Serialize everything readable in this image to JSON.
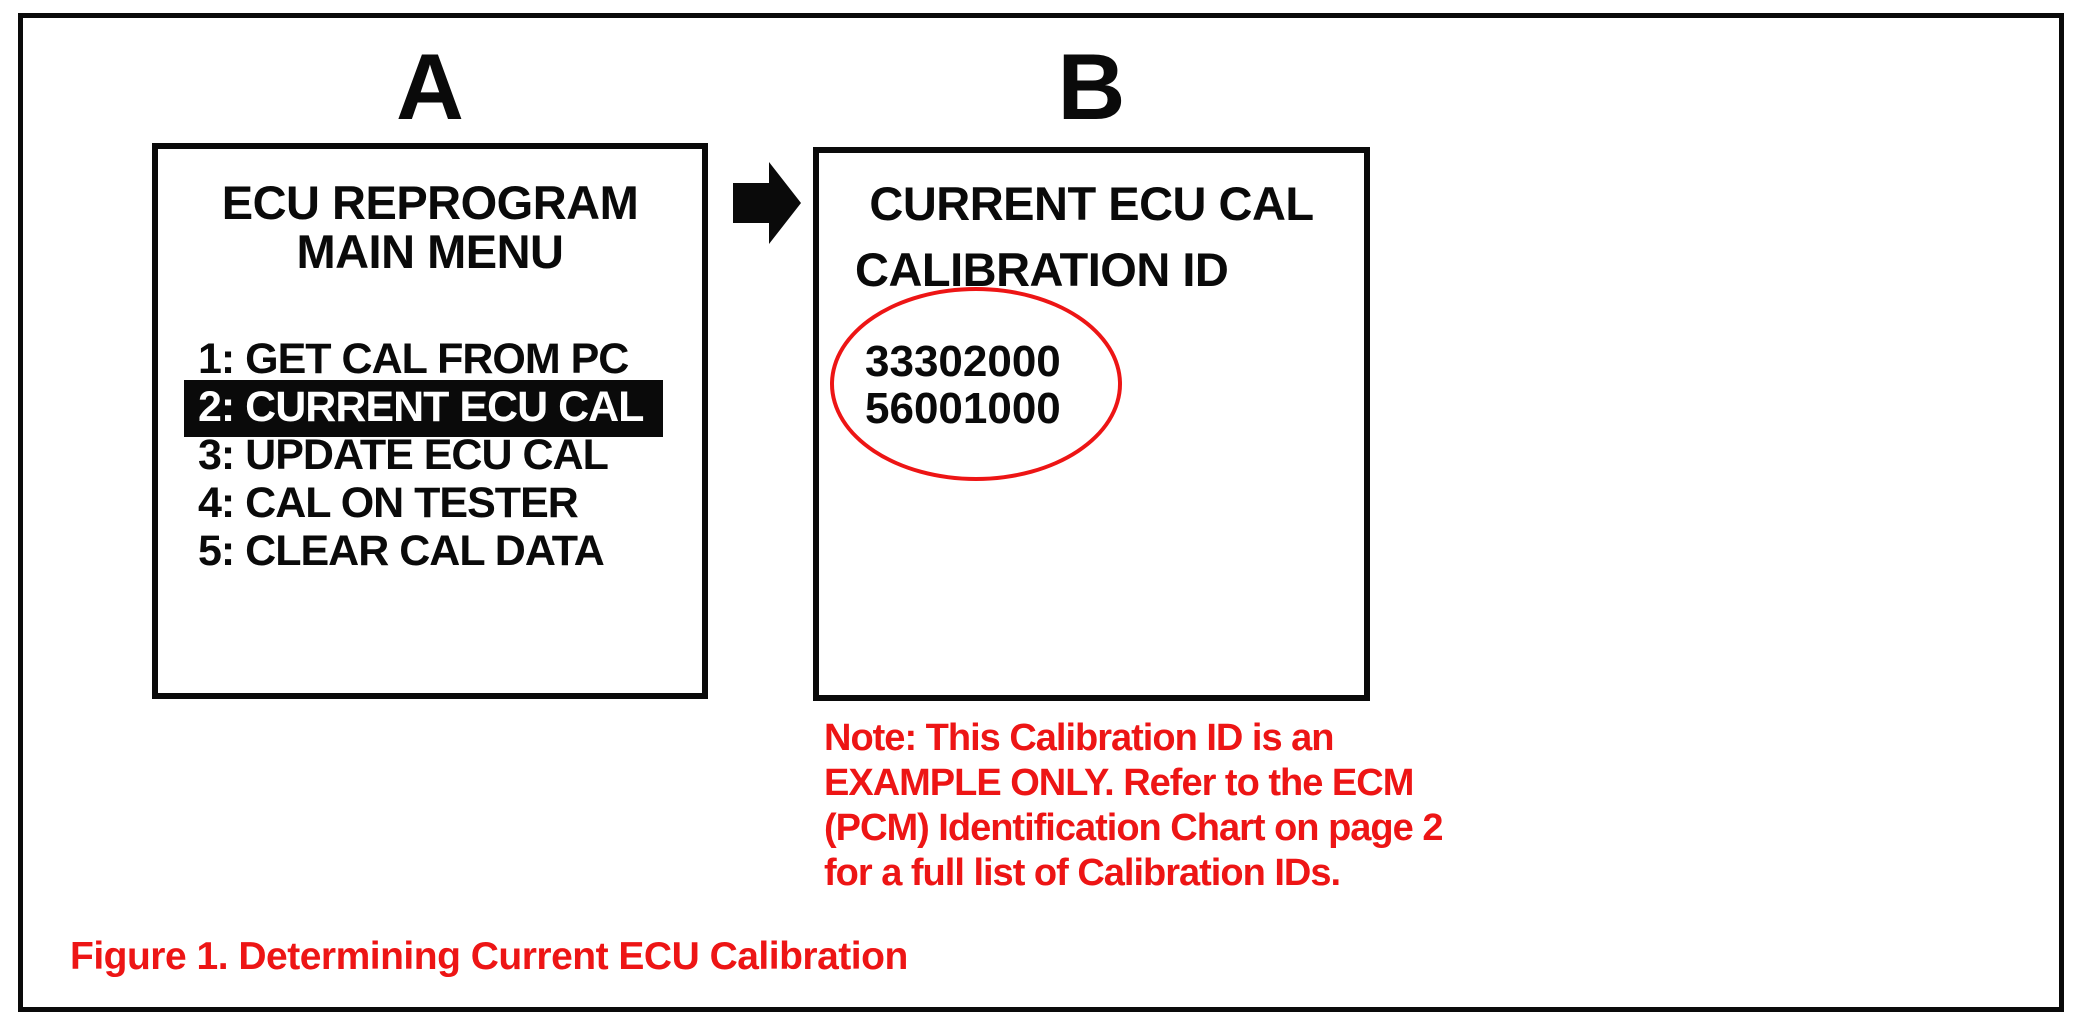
{
  "figure": {
    "panel_a_label": "A",
    "panel_b_label": "B",
    "caption": "Figure 1. Determining Current ECU Calibration"
  },
  "screen_a": {
    "title_line1": "ECU REPROGRAM",
    "title_line2": "MAIN MENU",
    "menu_items": [
      {
        "label": "1: GET CAL FROM PC",
        "selected": false
      },
      {
        "label": "2: CURRENT ECU CAL",
        "selected": true
      },
      {
        "label": "3: UPDATE ECU CAL",
        "selected": false
      },
      {
        "label": "4: CAL ON TESTER",
        "selected": false
      },
      {
        "label": "5: CLEAR CAL DATA",
        "selected": false
      }
    ]
  },
  "screen_b": {
    "title": "CURRENT ECU CAL",
    "subtitle": "CALIBRATION ID",
    "calibration_ids": [
      "33302000",
      "56001000"
    ]
  },
  "note": {
    "lines": [
      "Note: This Calibration ID is an",
      "EXAMPLE ONLY. Refer to the ECM",
      "(PCM) Identification Chart on page 2",
      "for a full list of Calibration IDs."
    ]
  },
  "icons": {
    "arrow": "right-arrow"
  },
  "colors": {
    "red": "#ed1515",
    "black": "#0a0a0a",
    "highlight_bg": "#0a0a0a",
    "highlight_text": "#ffffff"
  }
}
